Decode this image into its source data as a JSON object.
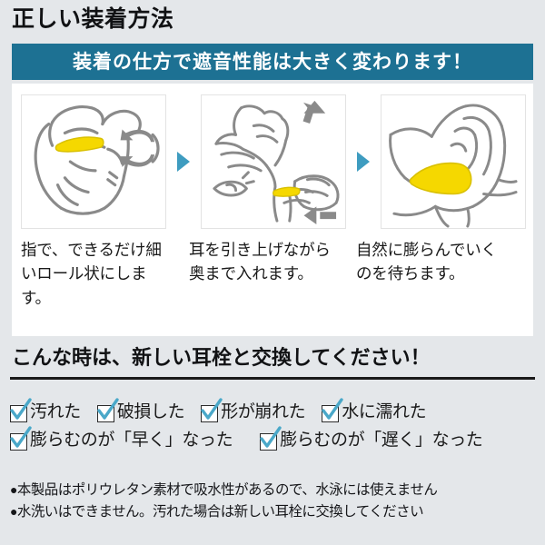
{
  "page": {
    "title": "正しい装着方法",
    "banner_text": "装着の仕方で遮音性能は大きく変わります！"
  },
  "colors": {
    "background": "#e4e7ea",
    "banner": "#1d7193",
    "arrow": "#3e9cc0",
    "earplug_yellow": "#f5d800",
    "line_art": "#8a8a8a",
    "check_blue": "#4aa8c9",
    "text": "#1a1a1a"
  },
  "steps": [
    {
      "index": "1",
      "illustration": "fingers-rolling-earplug-icon",
      "caption": "指で、できるだけ細いロール状にします。"
    },
    {
      "index": "2",
      "illustration": "hand-pulling-ear-up-icon",
      "caption": "耳を引き上げながら奥まで入れます。"
    },
    {
      "index": "3",
      "illustration": "earplug-expanding-in-ear-icon",
      "caption": "自然に膨らんでいくのを待ちます。"
    }
  ],
  "step_arrow_icon": "triangle-right-icon",
  "replacement": {
    "heading": "こんな時は、新しい耳栓と交換してください！",
    "rows": [
      [
        {
          "label": "汚れた",
          "checked": true
        },
        {
          "label": "破損した",
          "checked": true
        },
        {
          "label": "形が崩れた",
          "checked": true
        },
        {
          "label": "水に濡れた",
          "checked": true
        }
      ],
      [
        {
          "label": "膨らむのが「早く」なった",
          "checked": true
        },
        {
          "label": "膨らむのが「遅く」なった",
          "checked": true
        }
      ]
    ]
  },
  "notes": {
    "bullet": "●",
    "lines": [
      "本製品はポリウレタン素材で吸水性があるので、水泳には使えません",
      "水洗いはできません。汚れた場合は新しい耳栓に交換してください"
    ]
  }
}
